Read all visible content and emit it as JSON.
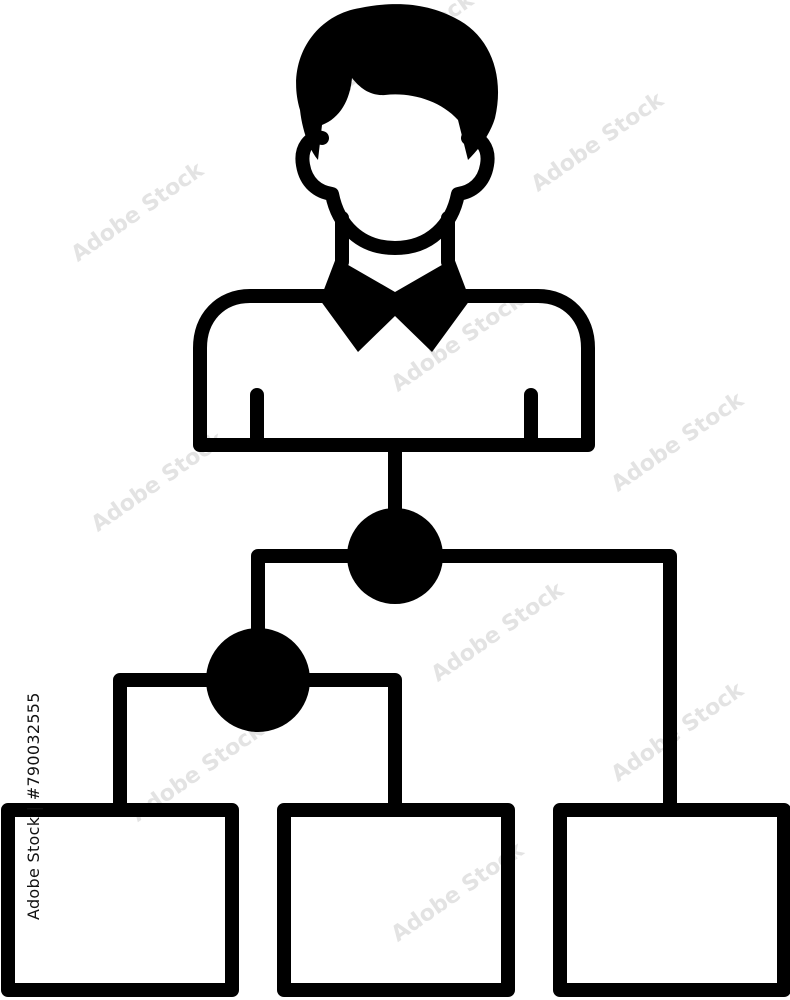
{
  "illustration": {
    "description_icon": "person-org-chart-icon",
    "stroke_color": "#000000",
    "background": "#ffffff",
    "child_boxes": 3,
    "junction_nodes": 2
  },
  "stock_id": "Adobe Stock | #790032555",
  "watermark_text": "Adobe Stock"
}
